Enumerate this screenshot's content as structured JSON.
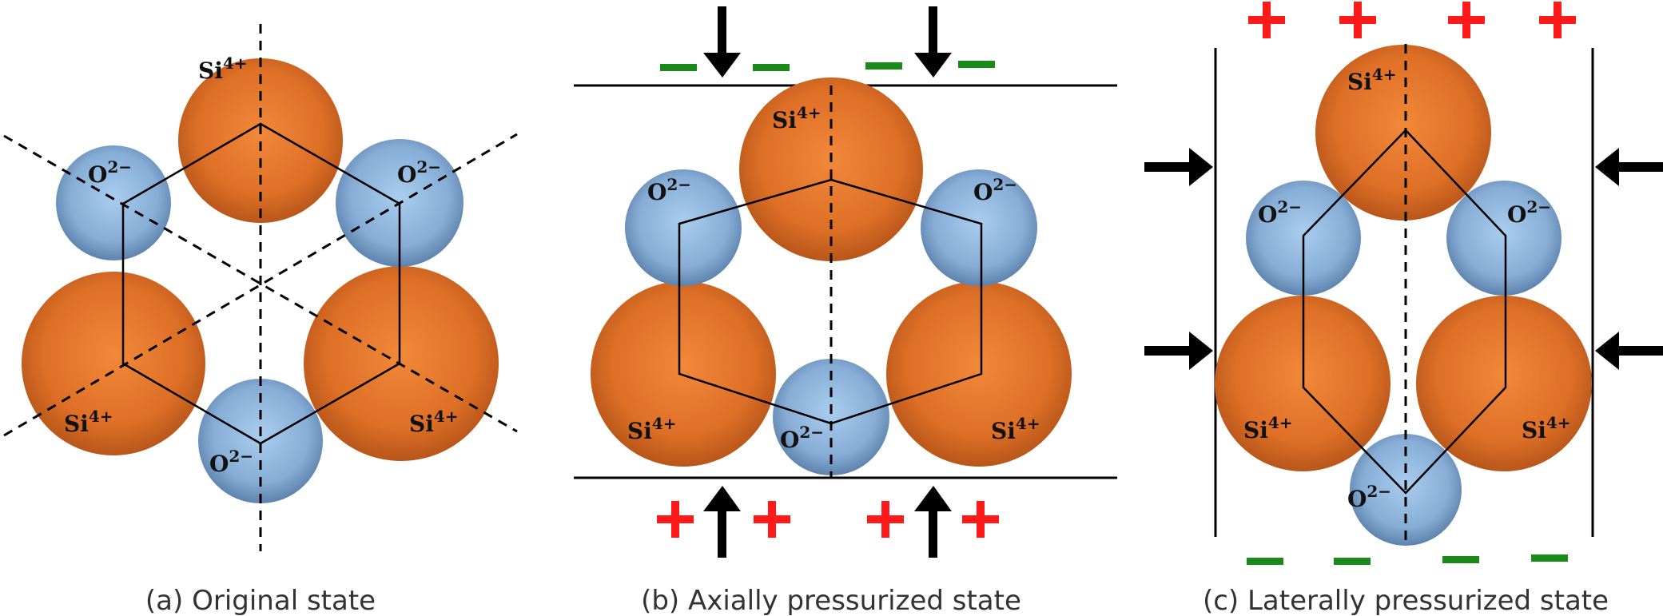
{
  "panels": [
    {
      "caption": "(a) Original state"
    },
    {
      "caption": "(b) Axially pressurized state"
    },
    {
      "caption": "(c) Laterally pressurized state"
    }
  ],
  "ions": {
    "si": {
      "symbol": "Si",
      "charge": "4+"
    },
    "o": {
      "symbol": "O",
      "charge": "2−"
    }
  },
  "charges": {
    "positive": "+",
    "negative": "−"
  },
  "colors": {
    "si_light": "#f2883a",
    "si_dark": "#b8561a",
    "o_light": "#a9cdee",
    "o_dark": "#5d82ad",
    "positive": "#ff1a1a",
    "negative": "#1a8a1a",
    "line": "#000000"
  }
}
